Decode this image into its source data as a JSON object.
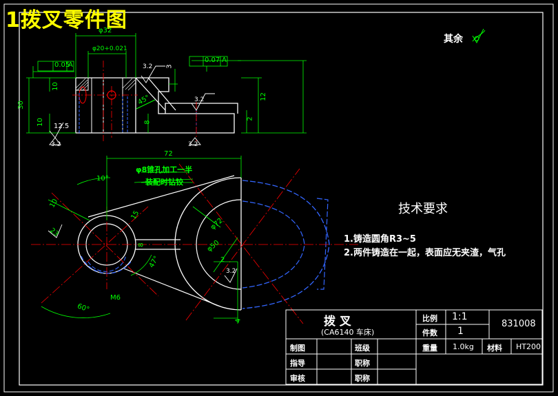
{
  "page_title": "1拨叉零件图",
  "surface_note": "其余",
  "tech": {
    "heading": "技术要求",
    "items": [
      "1.铸造圆角R3~5",
      "2.两件铸造在一起，表面应无夹渣，气孔"
    ]
  },
  "note_green": {
    "line1": "φ8锥孔加工一半",
    "line2": "装配时钻铰"
  },
  "dims": {
    "d32": "φ32",
    "d20": "φ20+0.021",
    "tol_left": "0.05",
    "tol_right": "0.07",
    "datum_a": "A",
    "ra32": "3.2",
    "ra125": "12.5",
    "v30": "30",
    "v10a": "10",
    "v10b": "10",
    "v3": "3",
    "v2": "2",
    "v8": "8",
    "v12": "12",
    "a45": "45°",
    "h72": "72",
    "r10deg": "10°",
    "r10": "10",
    "r15": "15",
    "r23": "23",
    "r12": "φ72",
    "r50": "φ50",
    "v8b": "8",
    "a47": "47°",
    "m6": "M6",
    "a60": "60°",
    "v2b": "2",
    "v4": "4"
  },
  "title_block": {
    "part_name": "拨    叉",
    "part_sub": "(CA6140 车床)",
    "scale_label": "比例",
    "scale_value": "1:1",
    "count_label": "件数",
    "count_value": "1",
    "drawing_no": "831008",
    "weight_label": "重量",
    "weight_value": "1.0kg",
    "material_label": "材料",
    "material_value": "HT200",
    "drawn_label": "制图",
    "guide_label": "指导",
    "check_label": "审核",
    "class_label": "班级",
    "role_label1": "职称",
    "role_label2": "职称"
  }
}
